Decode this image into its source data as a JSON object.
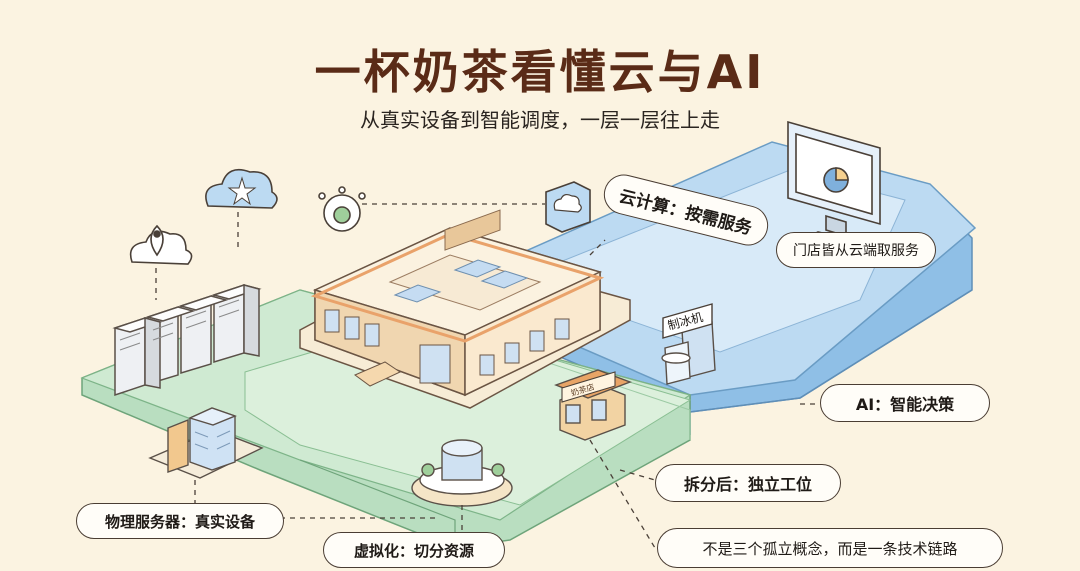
{
  "title": "一杯奶茶看懂云与AI",
  "subtitle": "从真实设备到智能调度，一层一层往上走",
  "labels": {
    "cloud": "云计算：按需服务",
    "store": "门店皆从云端取服务",
    "ai": "AI：智能决策",
    "split": "拆分后：独立工位",
    "physical": "物理服务器：真实设备",
    "virtual": "虚拟化：切分资源",
    "chain": "不是三个孤立概念，而是一条技术链路"
  },
  "machine_sign": "制冰机",
  "shop_sign": "奶茶店"
}
